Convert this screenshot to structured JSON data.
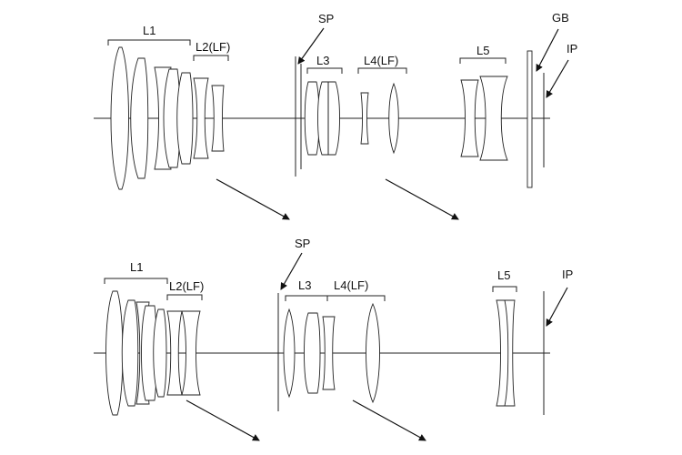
{
  "top": {
    "labels": {
      "l1": "L1",
      "l2": "L2(LF)",
      "sp": "SP",
      "l3": "L3",
      "l4": "L4(LF)",
      "l5": "L5",
      "gb": "GB",
      "ip": "IP"
    }
  },
  "bottom": {
    "labels": {
      "l1": "L1",
      "l2": "L2(LF)",
      "sp": "SP",
      "l3": "L3",
      "l4": "L4(LF)",
      "l5": "L5",
      "ip": "IP"
    }
  }
}
